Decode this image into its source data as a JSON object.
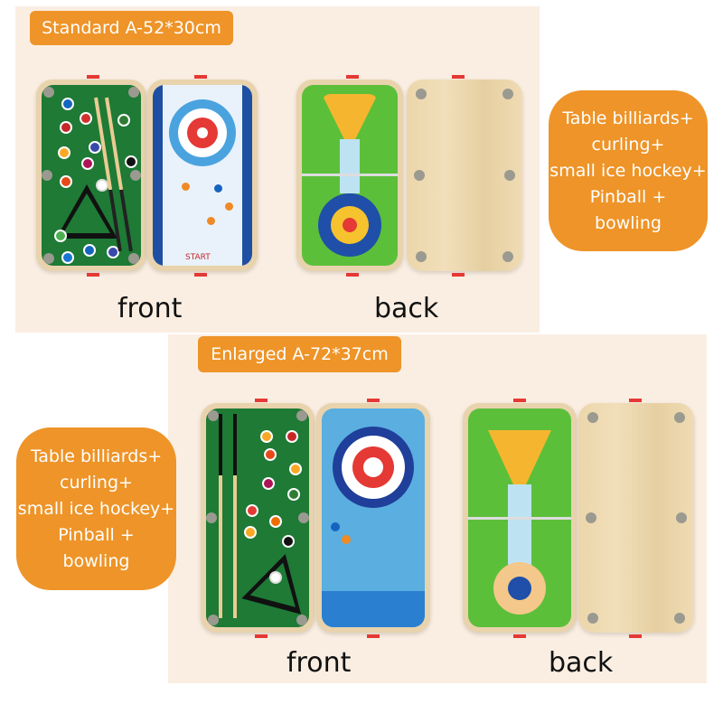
{
  "standard": {
    "badge": "Standard A-52*30cm",
    "front_label": "front",
    "back_label": "back",
    "features": [
      "Table billiards+",
      "curling+",
      "small ice hockey+",
      "Pinball +",
      "bowling"
    ]
  },
  "enlarged": {
    "badge": "Enlarged A-72*37cm",
    "front_label": "front",
    "back_label": "back",
    "features": [
      "Table billiards+",
      "curling+",
      "small ice hockey+",
      "Pinball +",
      "bowling"
    ]
  },
  "board_text": {
    "start": "START"
  },
  "colors": {
    "accent": "#ee9428",
    "felt": "#1e7a35",
    "panel": "#faeee2"
  }
}
